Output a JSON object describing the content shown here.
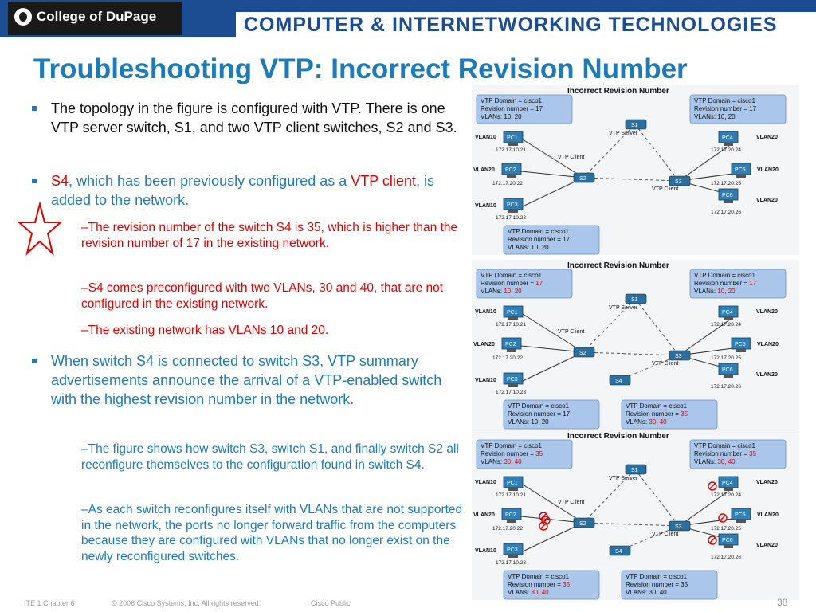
{
  "header": {
    "logo_text": "College of DuPage",
    "banner_text": "COMPUTER & INTERNETWORKING TECHNOLOGIES"
  },
  "slide_title": "Troubleshooting VTP: Incorrect Revision Number",
  "bullets": {
    "b1": "The topology in the figure is configured with VTP. There is one VTP server switch, S1, and two VTP client switches, S2 and S3.",
    "b2_s4": "S4",
    "b2_a": ", which has been previously configured as a ",
    "b2_client": "VTP client",
    "b2_b": ", is added to the network.",
    "sub1": "–The revision number of the switch S4 is 35, which is higher than the revision number of 17 in the existing network.",
    "sub2": "–S4 comes preconfigured with two VLANs, 30 and 40, that are not configured in the existing network.",
    "sub3": "–The existing network has VLANs 10 and 20.",
    "b3": "When switch S4 is connected to switch S3, VTP summary advertisements announce the arrival of a VTP-enabled switch with the highest revision number in the network.",
    "sub4": "–The figure shows how switch S3, switch S1, and finally switch S2 all reconfigure themselves to the configuration found in switch S4.",
    "sub5": "–As each switch reconfigures itself with VLANs that are not supported in the network, the ports no longer forward traffic from the computers because they are configured with VLANs that no longer exist on the newly reconfigured switches."
  },
  "figures": [
    {
      "title": "Incorrect Revision Number",
      "boxes": [
        {
          "key": "tl",
          "domain": "VTP Domain = cisco1",
          "rev_label": "Revision number = ",
          "rev_value": "17",
          "vlan_label": "VLANs: ",
          "vlan_value": "10, 20",
          "red": false
        },
        {
          "key": "tr",
          "domain": "VTP Domain = cisco1",
          "rev_label": "Revision number = ",
          "rev_value": "17",
          "vlan_label": "VLANs: ",
          "vlan_value": "10, 20",
          "red": false
        },
        {
          "key": "bl",
          "domain": "VTP Domain = cisco1",
          "rev_label": "Revision number = ",
          "rev_value": "17",
          "vlan_label": "VLANs: ",
          "vlan_value": "10, 20",
          "red": false
        }
      ],
      "has_s4": false
    },
    {
      "title": "Incorrect Revision Number",
      "boxes": [
        {
          "key": "tl",
          "domain": "VTP Domain = cisco1",
          "rev_label": "Revision number = ",
          "rev_value": "17",
          "vlan_label": "VLANs: ",
          "vlan_value": "10, 20",
          "red": true
        },
        {
          "key": "tr",
          "domain": "VTP Domain = cisco1",
          "rev_label": "Revision number = ",
          "rev_value": "17",
          "vlan_label": "VLANs: ",
          "vlan_value": "10, 20",
          "red": true
        },
        {
          "key": "bl",
          "domain": "VTP Domain = cisco1",
          "rev_label": "Revision number = ",
          "rev_value": "17",
          "vlan_label": "VLANs: ",
          "vlan_value": "10, 20",
          "red": false
        },
        {
          "key": "br",
          "domain": "VTP Domain = cisco1",
          "rev_label": "Revision number = ",
          "rev_value": "35",
          "vlan_label": "VLANs: ",
          "vlan_value": "30, 40",
          "red": true
        }
      ],
      "has_s4": true
    },
    {
      "title": "Incorrect Revision Number",
      "boxes": [
        {
          "key": "tl",
          "domain": "VTP Domain = cisco1",
          "rev_label": "Revision number = ",
          "rev_value": "35",
          "vlan_label": "VLANs: ",
          "vlan_value": "30, 40",
          "red": true
        },
        {
          "key": "tr",
          "domain": "VTP Domain = cisco1",
          "rev_label": "Revision number = ",
          "rev_value": "35",
          "vlan_label": "VLANs: ",
          "vlan_value": "30, 40",
          "red": true
        },
        {
          "key": "bl",
          "domain": "VTP Domain = cisco1",
          "rev_label": "Revision number = ",
          "rev_value": "35",
          "vlan_label": "VLANs: ",
          "vlan_value": "30, 40",
          "red": true
        },
        {
          "key": "br",
          "domain": "VTP Domain = cisco1",
          "rev_label": "Revision number = ",
          "rev_value": "35",
          "vlan_label": "VLANs: ",
          "vlan_value": "30, 40",
          "red": false
        }
      ],
      "has_s4": true,
      "blocked": true
    }
  ],
  "topology": {
    "s1": "S1",
    "s2": "S2",
    "s3": "S3",
    "s4": "S4",
    "vtp_server": "VTP Server",
    "vtp_client": "VTP Client",
    "pcs": [
      {
        "name": "PC1",
        "vlan": "VLAN10",
        "ip": "172.17.10.21"
      },
      {
        "name": "PC2",
        "vlan": "VLAN20",
        "ip": "172.17.20.22"
      },
      {
        "name": "PC3",
        "vlan": "VLAN10",
        "ip": "172.17.10.23"
      },
      {
        "name": "PC4",
        "vlan": "VLAN20",
        "ip": "172.17.20.24"
      },
      {
        "name": "PC5",
        "vlan": "VLAN20",
        "ip": "172.17.20.25"
      },
      {
        "name": "PC6",
        "vlan": "VLAN20",
        "ip": "172.17.20.26"
      }
    ]
  },
  "footer": {
    "chapter": "ITE 1 Chapter 6",
    "copyright": "© 2006 Cisco Systems, Inc. All rights reserved.",
    "classification": "Cisco Public",
    "page": "38"
  },
  "colors": {
    "header_blue": "#1c4d92",
    "title_teal": "#1c7bb8",
    "highlight_red": "#e00000",
    "box_blue": "#aac6ea"
  }
}
